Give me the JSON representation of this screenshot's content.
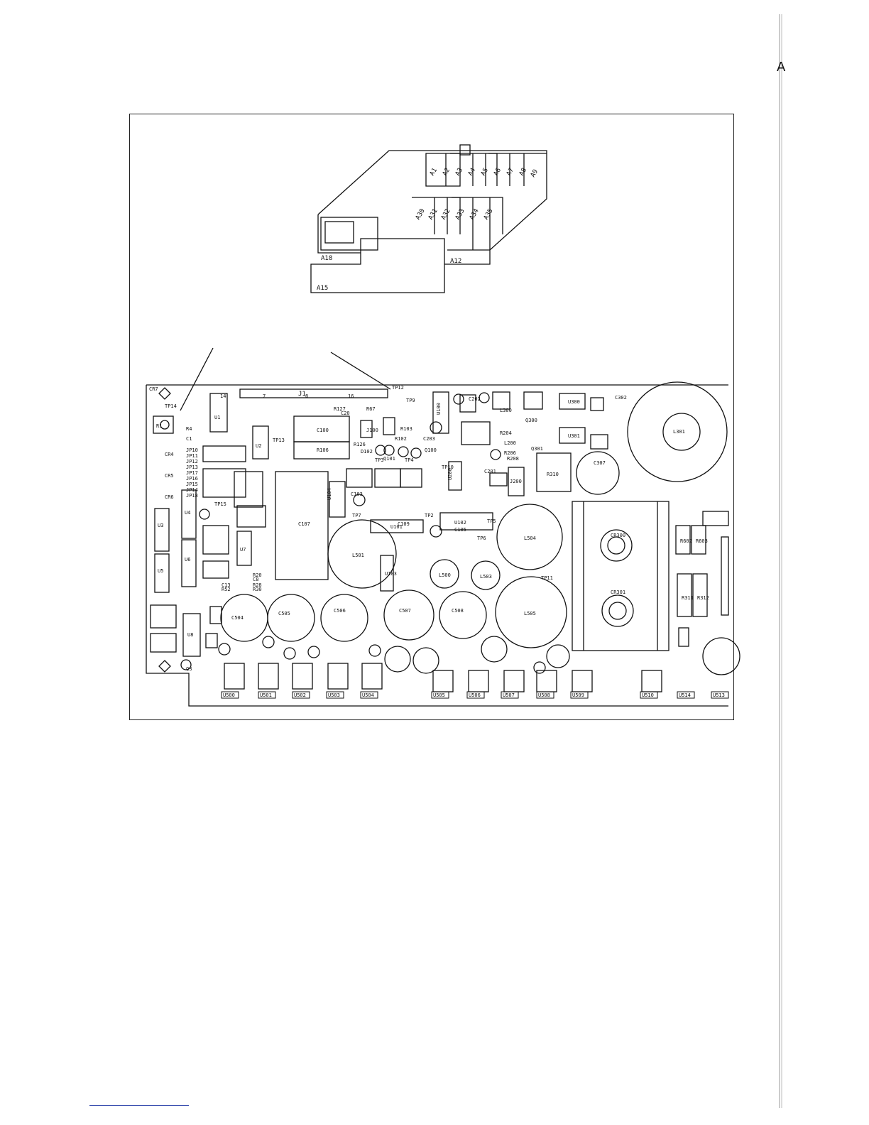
{
  "page": {
    "corner_mark": "A"
  },
  "chassis": {
    "slots_top": [
      "A1",
      "A2",
      "A3",
      "A4",
      "A5",
      "A6",
      "A7",
      "A8",
      "A9"
    ],
    "slots_bottom": [
      "A30",
      "A31",
      "A32",
      "A33",
      "A34",
      "A35"
    ],
    "labels": {
      "left_module": "A18",
      "right_base": "A12",
      "bottom_base": "A15"
    }
  },
  "board": {
    "connector": "J1",
    "test_points": [
      "TP12",
      "TP9",
      "TP13",
      "TP14",
      "TP15",
      "TP7",
      "TP5",
      "TP6",
      "TP10",
      "TP11",
      "TP3",
      "TP4",
      "TP2"
    ],
    "ics": [
      "U1",
      "U2",
      "U3",
      "U4",
      "U5",
      "U6",
      "U7",
      "U8",
      "U100",
      "U101",
      "U102",
      "U103",
      "U104",
      "U200",
      "U300",
      "U301"
    ],
    "big_caps": [
      "C504",
      "C505",
      "C506",
      "C507",
      "C508"
    ],
    "coils": [
      "L501",
      "L504",
      "L505",
      "L500",
      "L503",
      "L301"
    ],
    "heatsink_parts": [
      "CR300",
      "CR301"
    ],
    "other_parts": [
      "C100",
      "R106",
      "C307",
      "R310",
      "J200",
      "C107",
      "C302",
      "L300",
      "R311",
      "R312",
      "R602",
      "R603",
      "C103",
      "C105",
      "C109",
      "JP10",
      "JP11",
      "JP12",
      "JP13",
      "JP17",
      "JP16",
      "JP15",
      "JP14",
      "JP18",
      "CR4",
      "CR5",
      "CR6",
      "CR7",
      "R4",
      "C1",
      "C13",
      "R52",
      "R30",
      "R20",
      "C8",
      "R28",
      "R127",
      "R67",
      "C20",
      "R126",
      "R103",
      "R102",
      "J100",
      "C203",
      "C201",
      "C202",
      "L200",
      "R204",
      "R206",
      "R208",
      "D102",
      "Q101",
      "Q100",
      "Q301",
      "Q300",
      "Q3",
      "R1"
    ],
    "ic_pin_marks": [
      "14",
      "7",
      "8",
      "16"
    ],
    "footer_parts": [
      "U500",
      "U501",
      "U502",
      "U503",
      "U504",
      "U505",
      "U506",
      "U507",
      "U508",
      "U509",
      "U510",
      "U514",
      "U513"
    ]
  }
}
